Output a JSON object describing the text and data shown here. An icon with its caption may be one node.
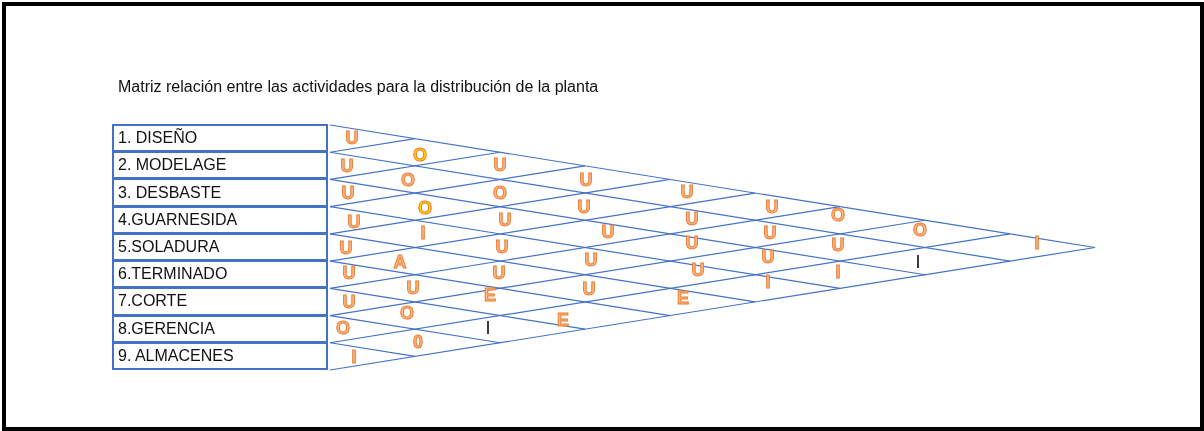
{
  "diagram": {
    "title": "Matriz relación entre las actividades para la distribución de la planta",
    "nodes": [
      {
        "text": [
          "1. DISEÑO"
        ]
      },
      {
        "text": [
          "2. MODELAGE"
        ]
      },
      {
        "text": [
          "3. DESBASTE"
        ]
      },
      {
        "text": [
          "4.GUARNESIDA"
        ]
      },
      {
        "text": [
          "5.SOLADURA"
        ]
      },
      {
        "text": [
          "6.TERMINADO"
        ]
      },
      {
        "text": [
          "7.CORTE"
        ]
      },
      {
        "text": [
          "8.GERENCIA"
        ]
      },
      {
        "text": [
          "9. ALMACENES"
        ]
      }
    ],
    "labels": [
      "U",
      "O",
      "U",
      "U",
      "U",
      "O",
      "U",
      "O",
      "U",
      "U",
      "U",
      "O",
      "U",
      "U",
      "O",
      "U",
      "O",
      "U",
      "U",
      "I",
      "U",
      "I",
      "U",
      "U",
      "U",
      "U",
      "U",
      "A",
      "I",
      "U",
      "I",
      "U",
      "U",
      "I",
      "U",
      "U",
      "E",
      "E",
      "U",
      "O",
      "E",
      "I",
      "O",
      "0",
      "I"
    ]
  }
}
